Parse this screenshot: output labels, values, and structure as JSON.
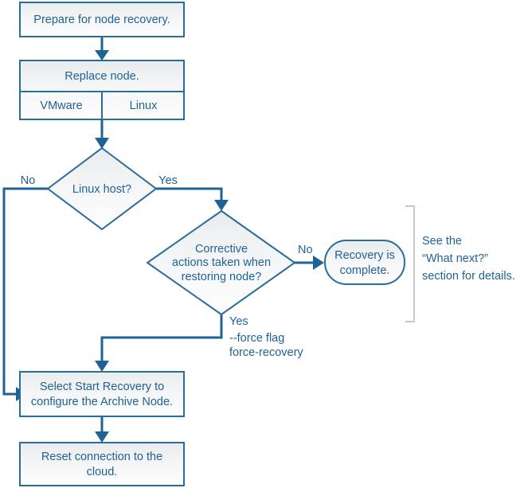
{
  "diagram": {
    "title": "Archive Node recovery flowchart",
    "colors": {
      "line": "#1f6296",
      "shape_border": "#2a6c9a",
      "shape_fill_top": "#eceeef",
      "shape_fill_bottom": "#fdfdfd",
      "text": "#1f6296",
      "bracket": "#c9c9c9",
      "background": "#ffffff"
    },
    "nodes": {
      "prepare": {
        "type": "process",
        "label": "Prepare for node recovery."
      },
      "replace": {
        "type": "process-split",
        "label": "Replace node.",
        "option_left": "VMware",
        "option_right": "Linux"
      },
      "linux_host": {
        "type": "decision",
        "label": "Linux host?"
      },
      "corrective": {
        "type": "decision",
        "line1": "Corrective",
        "line2": "actions taken when",
        "line3": "restoring node?"
      },
      "recovery_complete": {
        "type": "terminator",
        "line1": "Recovery is",
        "line2": "complete."
      },
      "select_start": {
        "type": "process",
        "line1": "Select Start Recovery to",
        "line2": "configure the Archive Node."
      },
      "reset_cloud": {
        "type": "process",
        "line1": "Reset connection to the",
        "line2": "cloud."
      }
    },
    "edge_labels": {
      "linux_no": "No",
      "linux_yes": "Yes",
      "corrective_no": "No",
      "corrective_yes": "Yes",
      "force_flag": "--force flag",
      "force_recovery": "force-recovery"
    },
    "note": {
      "line1": "See the",
      "line2": "“What next?”",
      "line3": "section for details."
    }
  }
}
